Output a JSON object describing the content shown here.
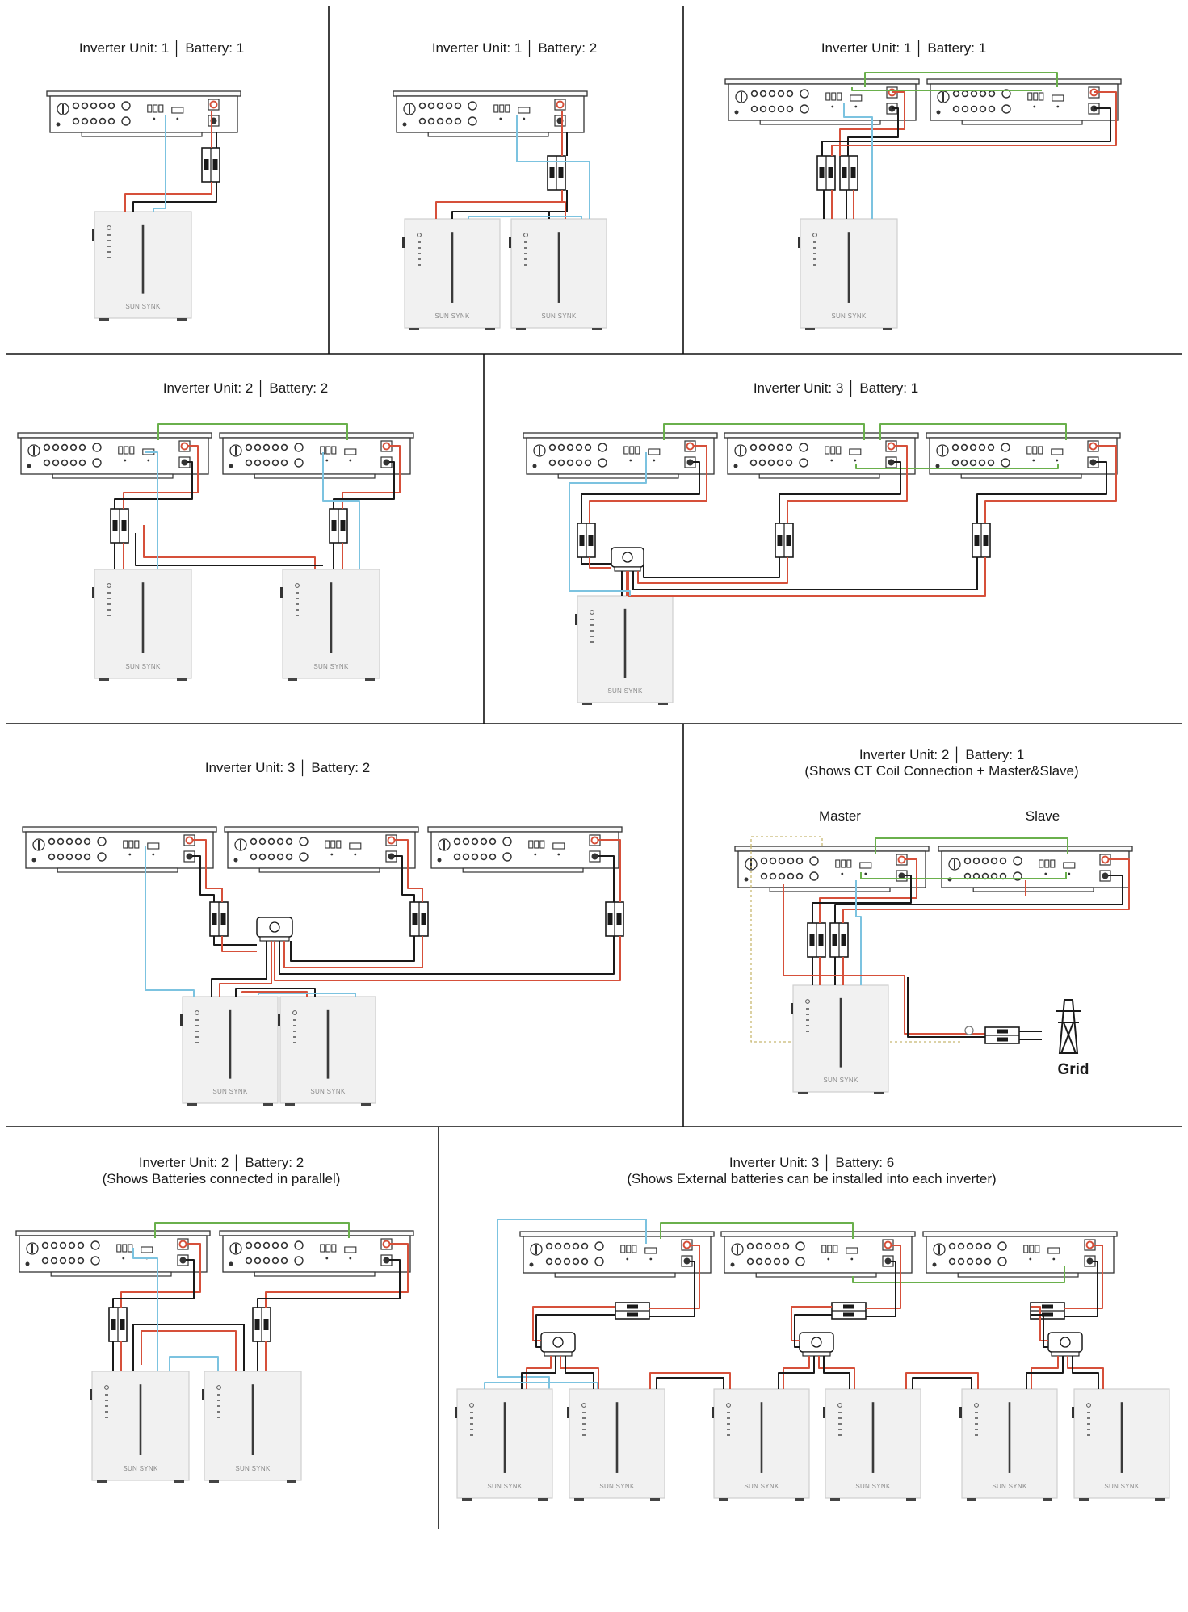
{
  "brand_label": "SUN  SYNK",
  "colors": {
    "dc_positive": "#d6503a",
    "dc_negative": "#1a1a1a",
    "communication": "#7cc3e0",
    "parallel_link": "#6ab04c",
    "ct_dotted": "#c8b870",
    "panel_divider": "#111111",
    "device_outline": "#333333",
    "battery_fill": "#f1f1f1"
  },
  "panels": [
    {
      "id": "p1",
      "title": "Inverter Unit: 1  │  Battery: 1",
      "subtitle": "",
      "inverters": 1,
      "batteries": 1
    },
    {
      "id": "p2",
      "title": "Inverter Unit: 1  │  Battery: 2",
      "subtitle": "",
      "inverters": 1,
      "batteries": 2
    },
    {
      "id": "p3",
      "title": "Inverter Unit: 1  │  Battery: 1",
      "subtitle": "",
      "inverters": 2,
      "batteries": 1
    },
    {
      "id": "p4",
      "title": "Inverter Unit: 2  │  Battery: 2",
      "subtitle": "",
      "inverters": 2,
      "batteries": 2
    },
    {
      "id": "p5",
      "title": "Inverter Unit: 3  │  Battery: 1",
      "subtitle": "",
      "inverters": 3,
      "batteries": 1
    },
    {
      "id": "p6",
      "title": "Inverter Unit: 3  │  Battery: 2",
      "subtitle": "",
      "inverters": 3,
      "batteries": 2
    },
    {
      "id": "p7",
      "title": "Inverter Unit: 2  │  Battery: 1",
      "subtitle": "(Shows CT Coil Connection + Master&Slave)",
      "inverters": 2,
      "batteries": 1,
      "master_label": "Master",
      "slave_label": "Slave",
      "grid_label": "Grid"
    },
    {
      "id": "p8",
      "title": "Inverter Unit: 2  │  Battery: 2",
      "subtitle": "(Shows Batteries connected in parallel)",
      "inverters": 2,
      "batteries": 2
    },
    {
      "id": "p9",
      "title": "Inverter Unit: 3  │  Battery: 6",
      "subtitle": "(Shows External batteries can be installed into each inverter)",
      "inverters": 3,
      "batteries": 6
    }
  ]
}
